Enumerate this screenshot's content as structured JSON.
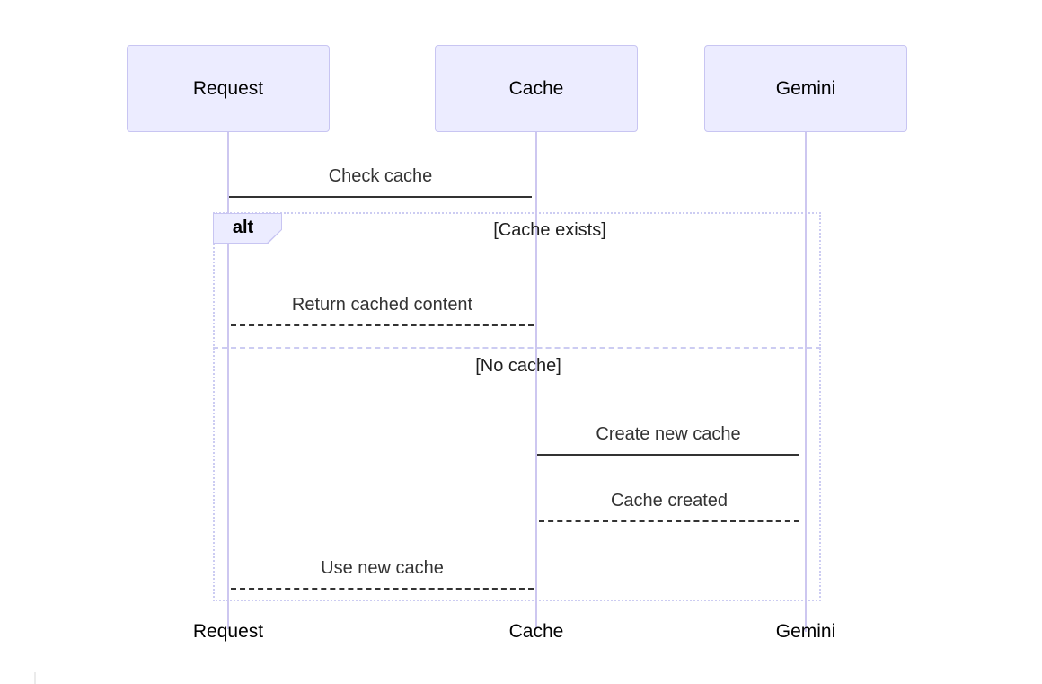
{
  "diagram_type": "sequence-diagram",
  "actors": [
    {
      "label": "Request"
    },
    {
      "label": "Cache"
    },
    {
      "label": "Gemini"
    }
  ],
  "messages": [
    {
      "from": "Request",
      "to": "Cache",
      "label": "Check cache",
      "line_style": "solid"
    },
    {
      "from": "Cache",
      "to": "Request",
      "label": "Return cached content",
      "line_style": "dashed"
    },
    {
      "from": "Cache",
      "to": "Gemini",
      "label": "Create new cache",
      "line_style": "solid"
    },
    {
      "from": "Gemini",
      "to": "Cache",
      "label": "Cache created",
      "line_style": "dashed"
    },
    {
      "from": "Cache",
      "to": "Request",
      "label": "Use new cache",
      "line_style": "dashed"
    }
  ],
  "alt_frame": {
    "label": "alt",
    "sections": [
      {
        "condition": "[Cache exists]"
      },
      {
        "condition": "[No cache]"
      }
    ]
  },
  "colors": {
    "background": "#ffffff",
    "actor_fill": "#ECECFF",
    "actor_border": "#c8c5f2",
    "lifeline": "#cdc7f0",
    "frame_border": "#ccccf2",
    "message_line": "#333333",
    "message_text": "#333333",
    "actor_text": "#000000"
  }
}
